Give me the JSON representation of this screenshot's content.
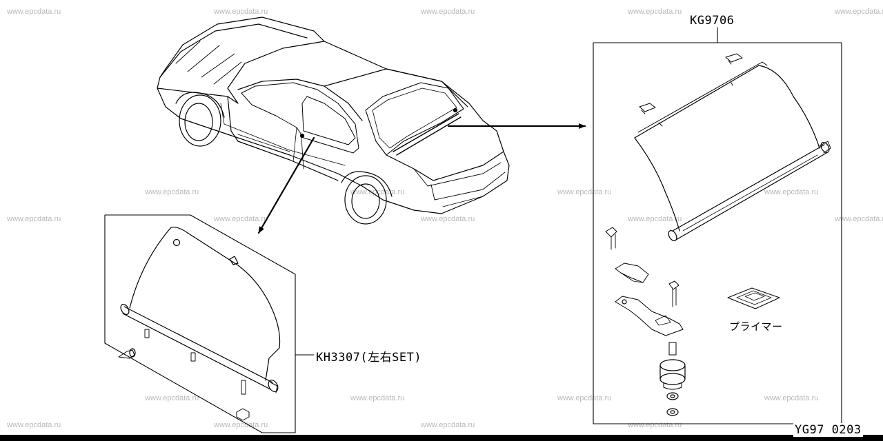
{
  "watermark": "www.epcdata.ru",
  "callouts": {
    "rear_shelf_cover": "KG9706",
    "side_cover_set": "KH3307(左右SET)",
    "primer": "プライマー"
  },
  "figure_code": "YG97 0203"
}
